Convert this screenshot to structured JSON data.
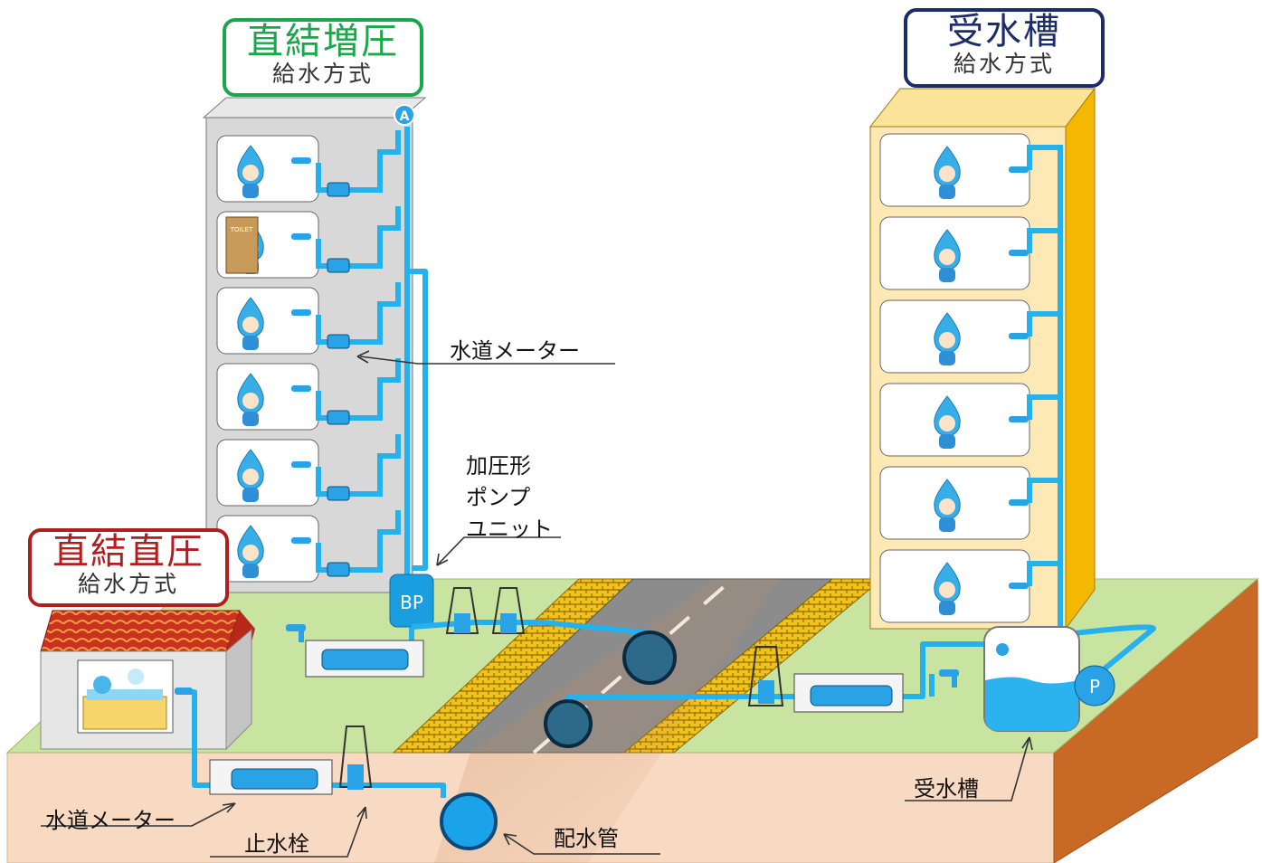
{
  "titles": {
    "booster": {
      "main": "直結増圧",
      "sub": "給水方式",
      "color": "#1aa64a"
    },
    "direct": {
      "main": "直結直圧",
      "sub": "給水方式",
      "color": "#b01e1e"
    },
    "tank": {
      "main": "受水槽",
      "sub": "給水方式",
      "color": "#1c2c6b"
    }
  },
  "labels": {
    "meter_upper": "水道メーター",
    "booster_pump": [
      "加圧形",
      "ポンプ",
      "ユニット"
    ],
    "meter_lower": "水道メーター",
    "stop_valve": "止水栓",
    "main_pipe": "配水管",
    "tank": "受水槽"
  },
  "markers": {
    "a": "A",
    "bp": "BP",
    "p": "P"
  },
  "icons": {
    "toilet_sign": "TOILET"
  },
  "colors": {
    "water": "#2ab3ee",
    "pipe": "#25b1ec",
    "ground": "#f7d6be",
    "grass": "#c5e09a",
    "road": "#8a8a8a"
  }
}
